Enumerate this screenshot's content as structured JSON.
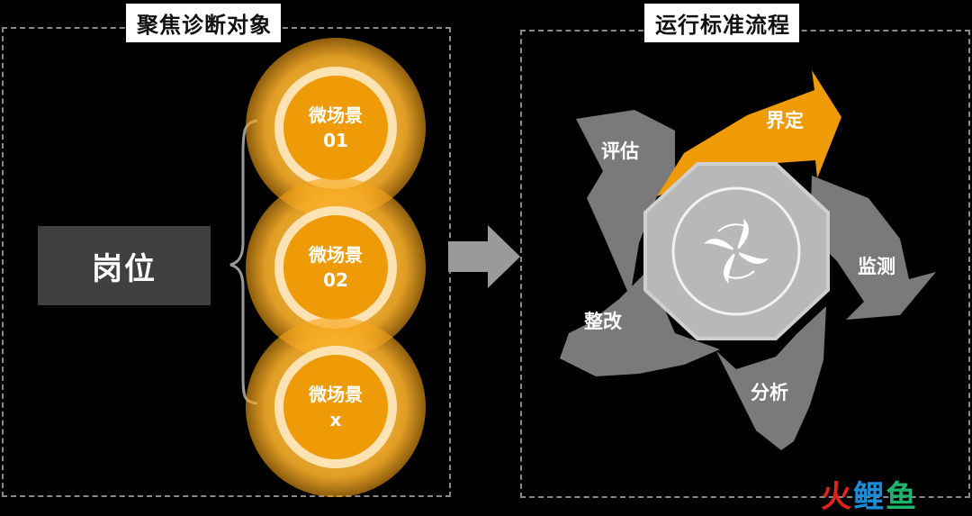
{
  "left_panel": {
    "title": "聚焦诊断对象",
    "role_label": "岗位",
    "scenes": [
      {
        "line1": "微场景",
        "line2": "01"
      },
      {
        "line1": "微场景",
        "line2": "02"
      },
      {
        "line1": "微场景",
        "line2": "x"
      }
    ]
  },
  "right_panel": {
    "title": "运行标准流程",
    "steps": {
      "define": "界定",
      "monitor": "监测",
      "analyze": "分析",
      "rectify": "整改",
      "assess": "评估"
    }
  },
  "watermark": {
    "part1": "火",
    "part2": "鲤",
    "part3": "鱼"
  },
  "colors": {
    "accent_orange": "#ef9a07",
    "petal_gray": "#7a7a7a",
    "role_box": "#404040",
    "background": "#000000"
  },
  "icons": [
    "fan-icon",
    "right-arrow-icon",
    "brace-icon"
  ]
}
